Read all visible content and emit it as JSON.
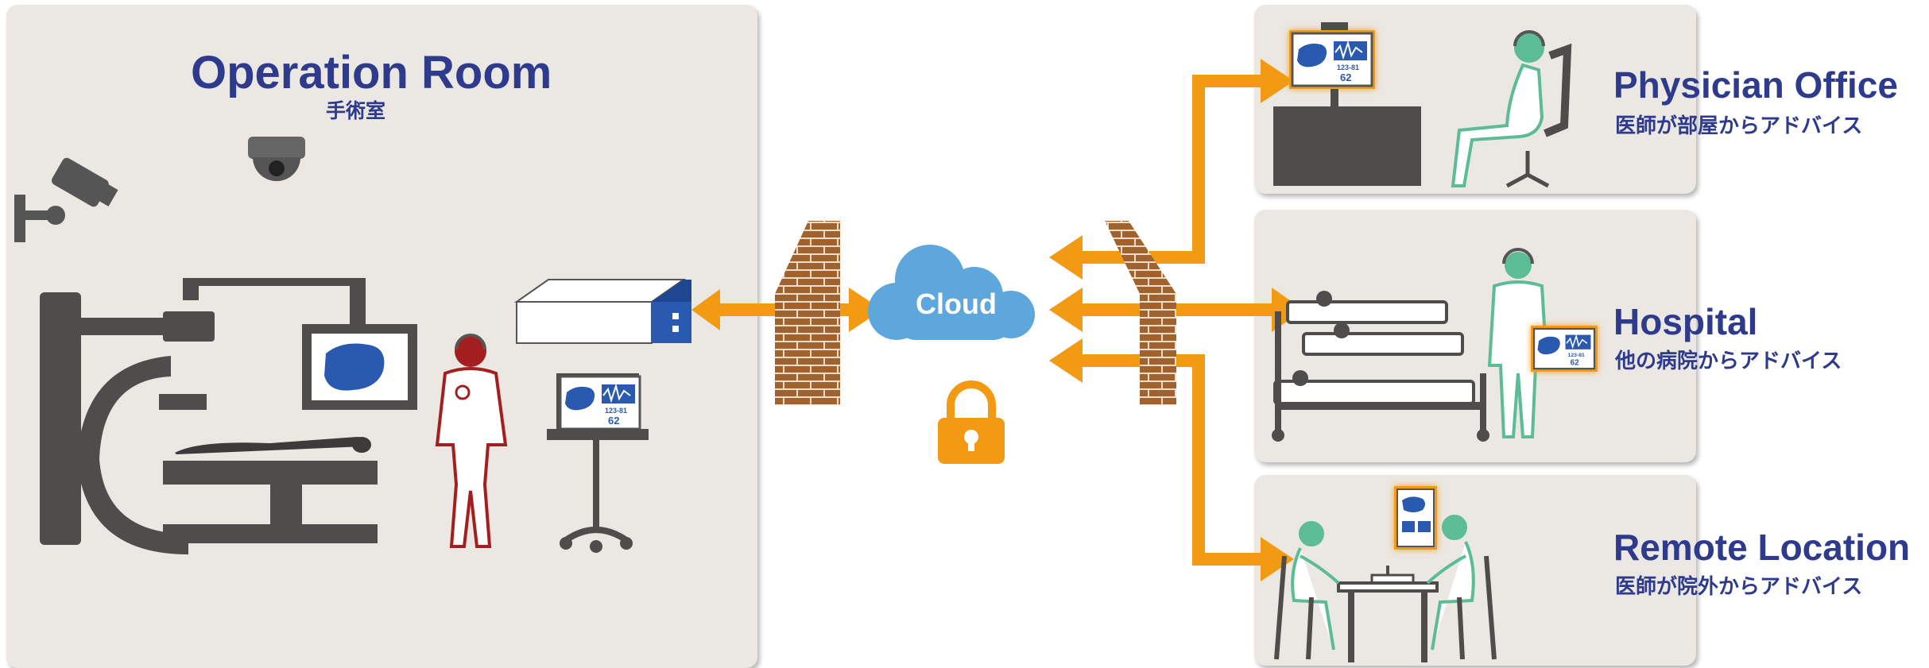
{
  "operation_room": {
    "title": "Operation Room",
    "subtitle": "手術室"
  },
  "cloud": {
    "label": "Cloud"
  },
  "locations": {
    "physician_office": {
      "title": "Physician Office",
      "subtitle": "医師が部屋からアドバイス"
    },
    "hospital": {
      "title": "Hospital",
      "subtitle": "他の病院からアドバイス"
    },
    "remote_location": {
      "title": "Remote Location",
      "subtitle": "医師が院外からアドバイス"
    }
  },
  "monitor_readouts": {
    "pressure": "123-81",
    "heart_rate": "62"
  },
  "colors": {
    "panel": "#ebe7e3",
    "title": "#2e3a8c",
    "arrow": "#f29b12",
    "brick": "#a0622f",
    "cloud": "#5da7dc",
    "equipment": "#4f4d4c",
    "staff_red": "#a31f1f",
    "remote_green": "#5bbc95"
  },
  "icons": [
    "security-camera-icon",
    "dome-camera-icon",
    "c-arm-icon",
    "surgeon-icon",
    "server-icon",
    "laptop-cart-icon",
    "firewall-icon",
    "cloud-icon",
    "lock-icon",
    "monitor-icon",
    "beds-icon",
    "tablet-icon",
    "table-icon"
  ]
}
